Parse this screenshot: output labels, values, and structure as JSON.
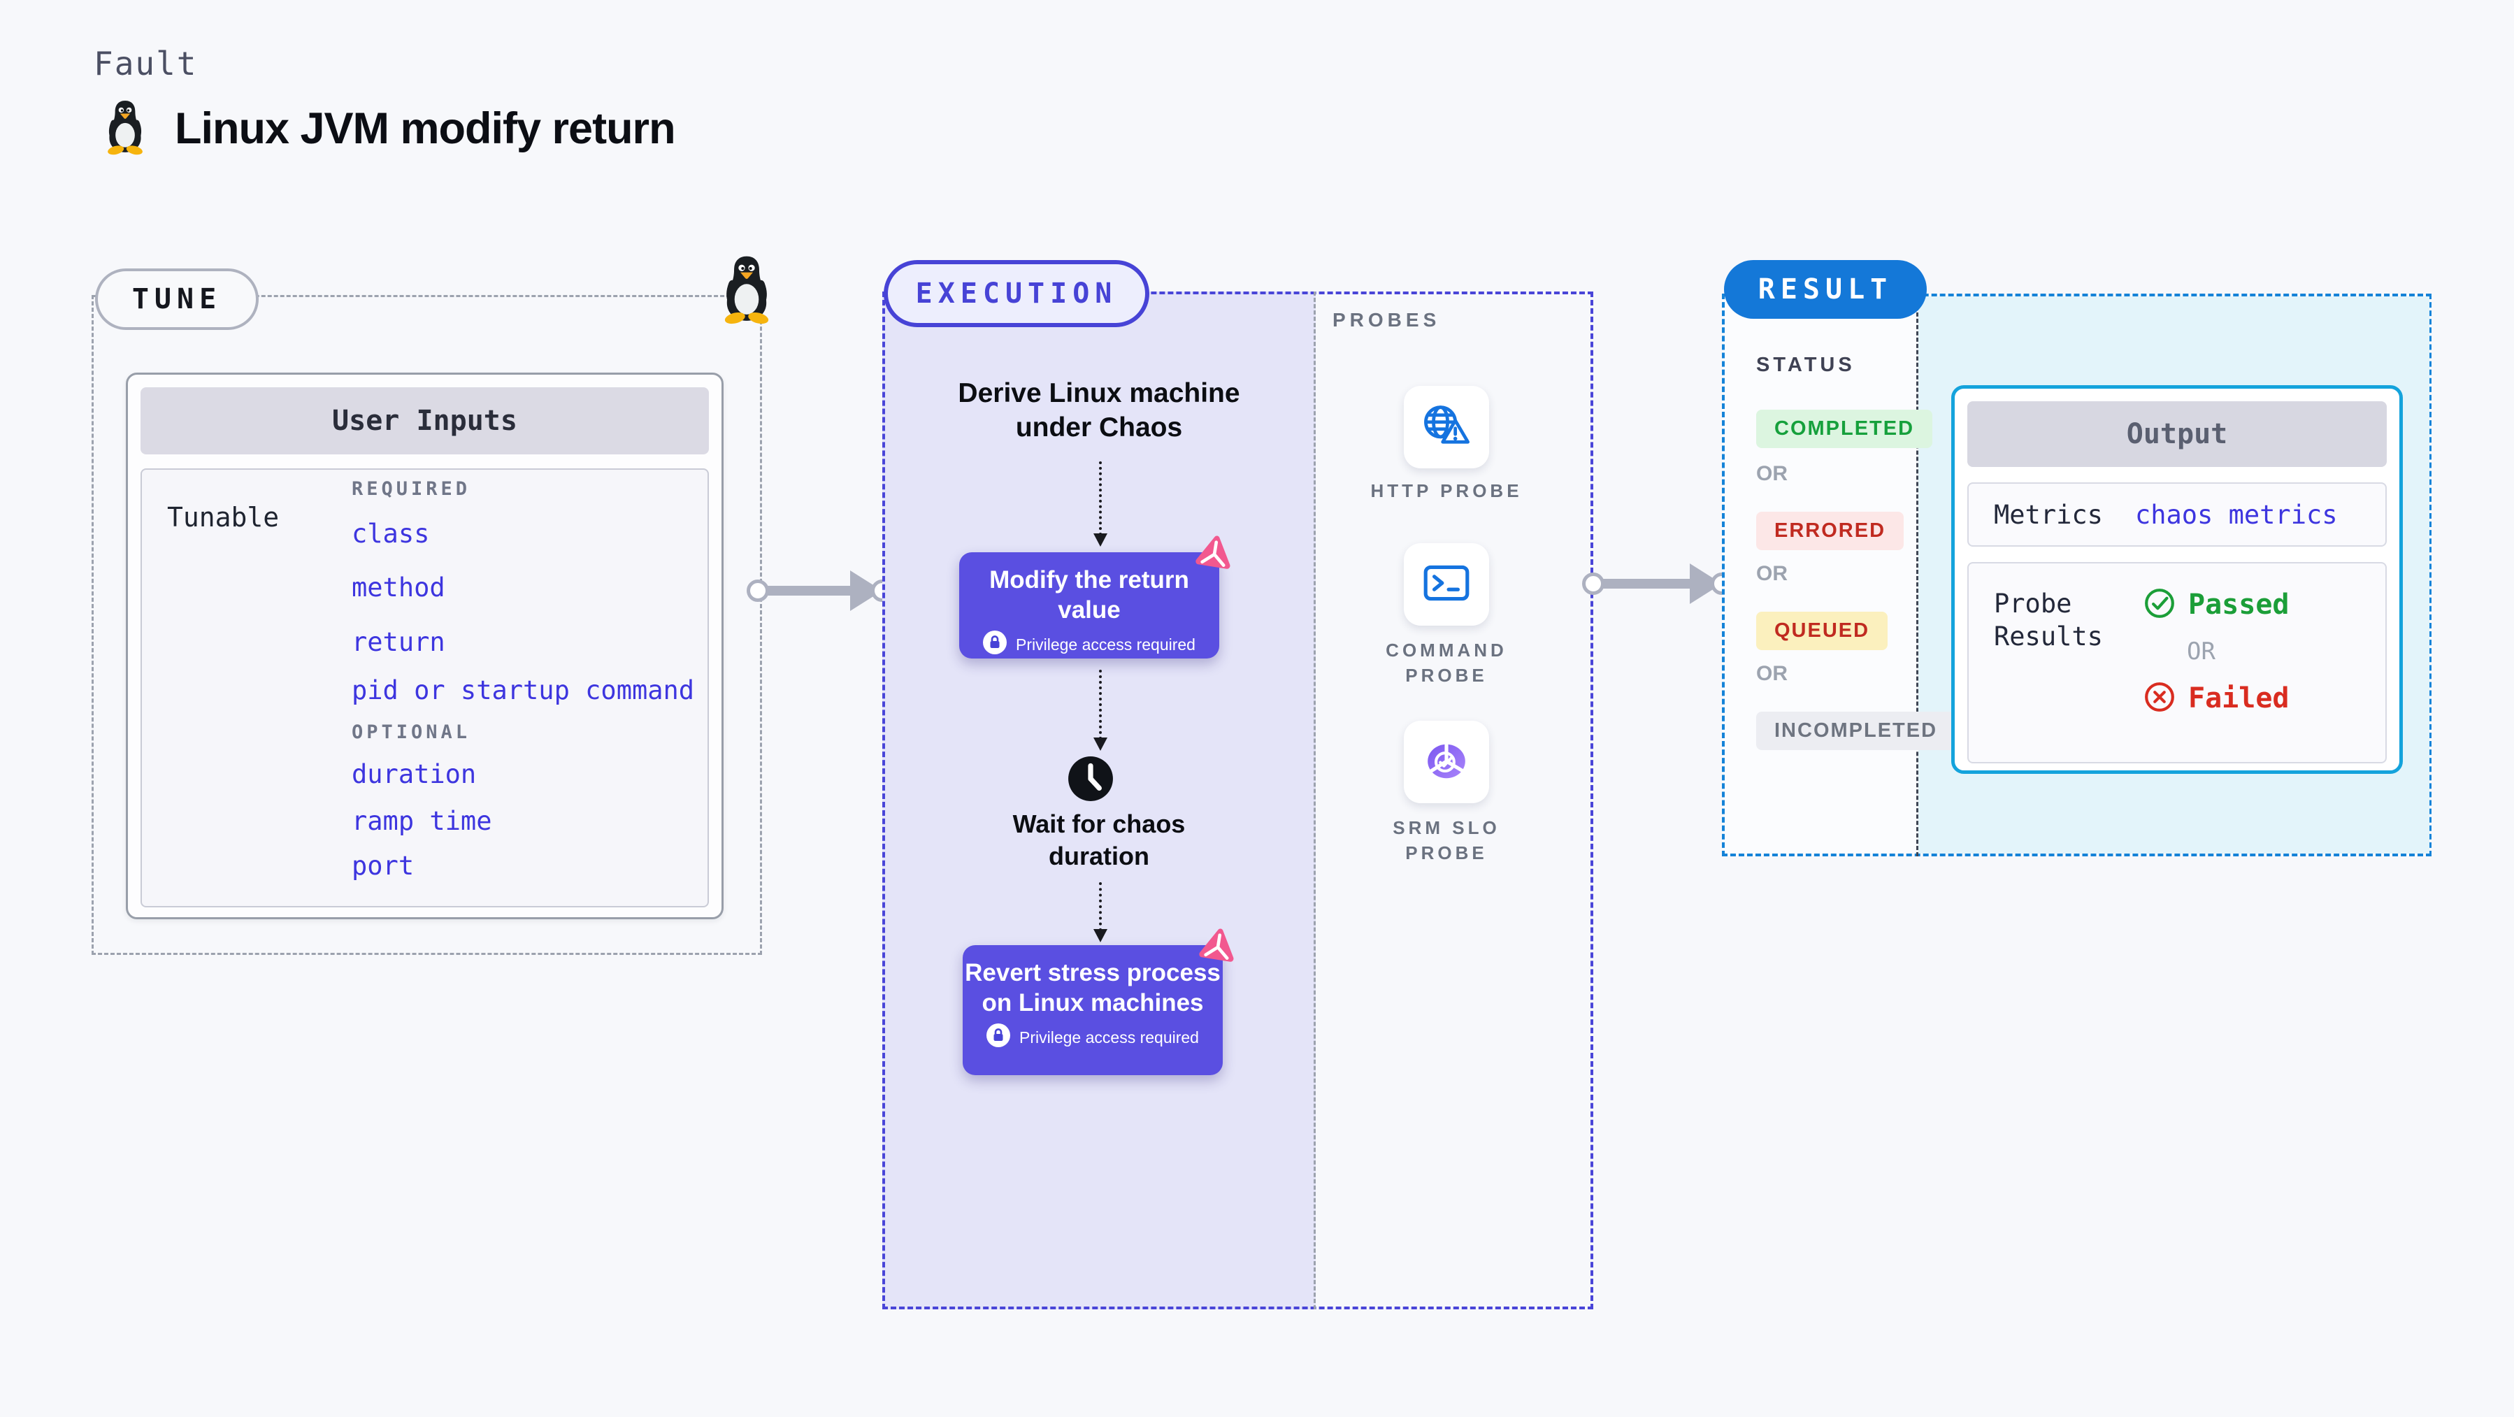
{
  "header": {
    "eyebrow": "Fault",
    "title": "Linux JVM modify return",
    "title_icon": "linux-tux-icon"
  },
  "tune": {
    "pill": "TUNE",
    "corner_icon": "linux-tux-icon",
    "user_inputs": {
      "title": "User Inputs",
      "row_label": "Tunable",
      "sections": [
        {
          "heading": "REQUIRED",
          "items": [
            "class",
            "method",
            "return",
            "pid or startup command"
          ]
        },
        {
          "heading": "OPTIONAL",
          "items": [
            "duration",
            "ramp time",
            "port"
          ]
        }
      ]
    }
  },
  "execution": {
    "pill": "EXECUTION",
    "entry_text": "Derive Linux machine under Chaos",
    "fault_node": {
      "title": "Modify the return value",
      "privilege": "Privilege access required",
      "corner_icon": "chaos-pinwheel-icon",
      "lock_icon": "lock-icon"
    },
    "wait_node": {
      "title": "Wait for chaos duration",
      "icon": "clock-icon"
    },
    "revert_node": {
      "title": "Revert stress process on Linux machines",
      "privilege": "Privilege access required",
      "corner_icon": "chaos-pinwheel-icon",
      "lock_icon": "lock-icon"
    }
  },
  "probes": {
    "heading": "PROBES",
    "items": [
      {
        "label": "HTTP PROBE",
        "icon": "globe-alert-icon"
      },
      {
        "label": "COMMAND PROBE",
        "icon": "terminal-icon"
      },
      {
        "label": "SRM SLO PROBE",
        "icon": "slo-gauge-icon"
      }
    ]
  },
  "result": {
    "pill": "RESULT",
    "status_heading": "STATUS",
    "or": "OR",
    "statuses": [
      {
        "label": "COMPLETED",
        "bg": "#DCF5E0",
        "fg": "#16A03C"
      },
      {
        "label": "ERRORED",
        "bg": "#FCE7E7",
        "fg": "#C02A20"
      },
      {
        "label": "QUEUED",
        "bg": "#FBF0BE",
        "fg": "#C02A20"
      },
      {
        "label": "INCOMPLETED",
        "bg": "#ECEDF2",
        "fg": "#6E7480"
      }
    ],
    "output": {
      "title": "Output",
      "metrics_label": "Metrics",
      "metrics_value": "chaos metrics",
      "probe_results_label": "Probe Results",
      "passed": "Passed",
      "or": "OR",
      "failed": "Failed",
      "passed_icon": "check-circle-icon",
      "failed_icon": "x-circle-icon"
    }
  },
  "colors": {
    "page_bg": "#F7F8FB",
    "indigo": "#4743D6",
    "node_bg": "#5A4FE1",
    "lavender_bg": "#E4E4F8",
    "gray_dash": "#9CA2AE",
    "result_dash_blue": "#1583D8",
    "result_pill_blue": "#1478D8",
    "cyan_border": "#14A3DC",
    "cyan_bg": "#E3F4FA",
    "link": "#3D35DF",
    "pink": "#F2588F",
    "probe_icon_blue": "#1573DF",
    "passed_green": "#1B9E38",
    "failed_red": "#D92C20"
  }
}
